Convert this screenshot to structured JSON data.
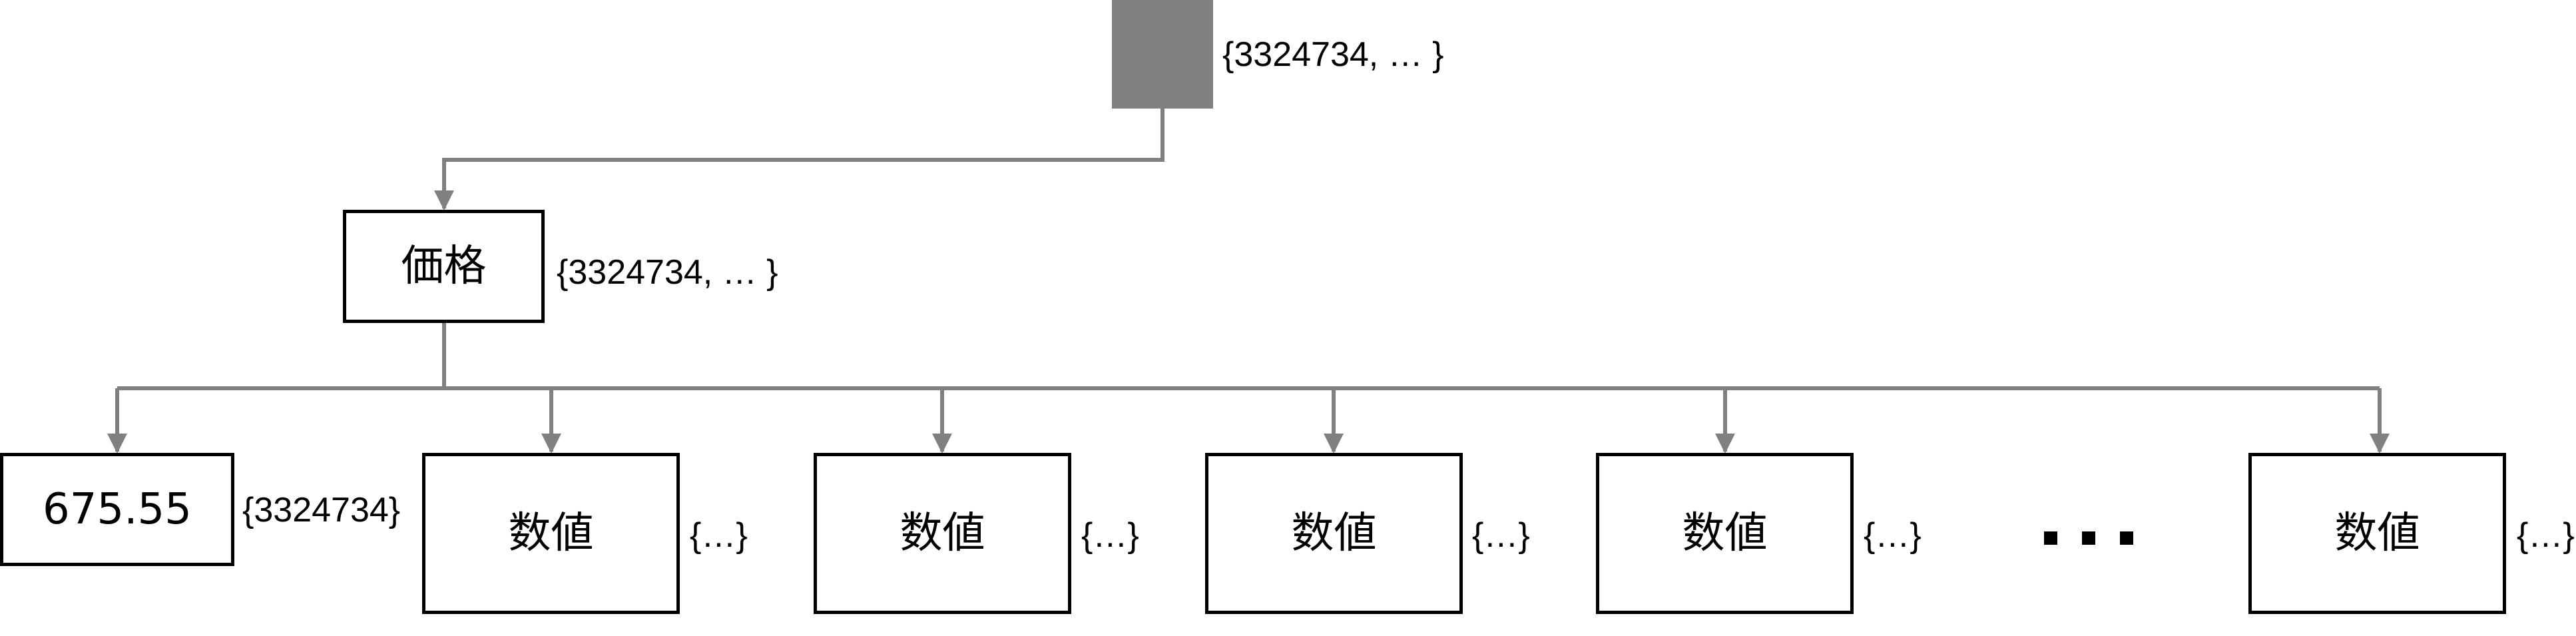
{
  "root": {
    "set_label": "{3324734, … }"
  },
  "middle": {
    "label": "価格",
    "set_label": "{3324734, … }"
  },
  "leaves": [
    {
      "label": "675.55",
      "set_label": "{3324734}"
    },
    {
      "label": "数値",
      "set_label": "{…}"
    },
    {
      "label": "数値",
      "set_label": "{…}"
    },
    {
      "label": "数値",
      "set_label": "{…}"
    },
    {
      "label": "数値",
      "set_label": "{…}"
    },
    {
      "label": "数値",
      "set_label": "{…}"
    }
  ],
  "colors": {
    "root_fill": "#808080",
    "connector": "#808080",
    "box_border": "#000000"
  }
}
